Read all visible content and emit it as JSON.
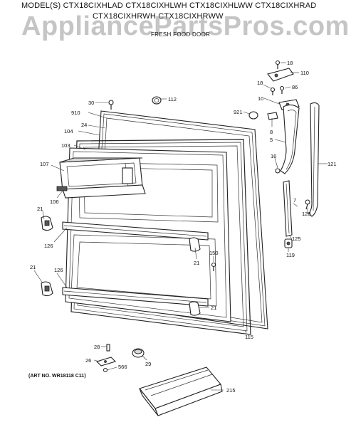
{
  "header": {
    "models_line1": "MODEL(S) CTX18CIXHLAD  CTX18CIXHLWH  CTX18CIXHLWW  CTX18CIXHRAD",
    "models_line2": "CTX18CIXHRWH  CTX18CIXHRWW",
    "diagram_title": "FRESH FOOD DOOR"
  },
  "watermark": "AppliancePartsPros.com",
  "art_number": "(ART NO. WR18118 C11)",
  "part_labels": [
    {
      "id": "18-top",
      "text": "18"
    },
    {
      "id": "110",
      "text": "110"
    },
    {
      "id": "18-mid",
      "text": "18"
    },
    {
      "id": "86",
      "text": "86"
    },
    {
      "id": "10",
      "text": "10"
    },
    {
      "id": "30",
      "text": "30"
    },
    {
      "id": "112",
      "text": "112"
    },
    {
      "id": "910",
      "text": "910"
    },
    {
      "id": "921",
      "text": "921"
    },
    {
      "id": "8",
      "text": "8"
    },
    {
      "id": "24",
      "text": "24"
    },
    {
      "id": "104",
      "text": "104"
    },
    {
      "id": "5",
      "text": "5"
    },
    {
      "id": "103",
      "text": "103"
    },
    {
      "id": "16",
      "text": "16"
    },
    {
      "id": "107",
      "text": "107"
    },
    {
      "id": "121",
      "text": "121"
    },
    {
      "id": "106",
      "text": "106"
    },
    {
      "id": "7",
      "text": "7"
    },
    {
      "id": "21-a",
      "text": "21"
    },
    {
      "id": "120",
      "text": "120"
    },
    {
      "id": "126-a",
      "text": "126"
    },
    {
      "id": "125",
      "text": "125"
    },
    {
      "id": "150",
      "text": "150"
    },
    {
      "id": "119",
      "text": "119"
    },
    {
      "id": "21-b",
      "text": "21"
    },
    {
      "id": "21-c",
      "text": "21"
    },
    {
      "id": "126-b",
      "text": "126"
    },
    {
      "id": "21-d",
      "text": "21"
    },
    {
      "id": "115",
      "text": "115"
    },
    {
      "id": "28",
      "text": "28"
    },
    {
      "id": "26",
      "text": "26"
    },
    {
      "id": "566",
      "text": "566"
    },
    {
      "id": "29",
      "text": "29"
    },
    {
      "id": "215",
      "text": "215"
    }
  ]
}
